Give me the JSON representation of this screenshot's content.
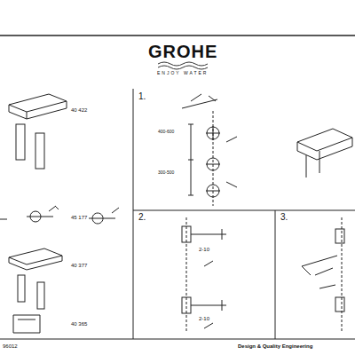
{
  "diagram": {
    "title": "GROHE",
    "labels": [
      "ENJOY WATER",
      "40 422",
      "45 177",
      "40 377",
      "40 365",
      "1.",
      "2.",
      "3.",
      "400-600",
      "300-500",
      "2-10",
      "2-10",
      "96012",
      "Design & Quality Engineering"
    ]
  }
}
